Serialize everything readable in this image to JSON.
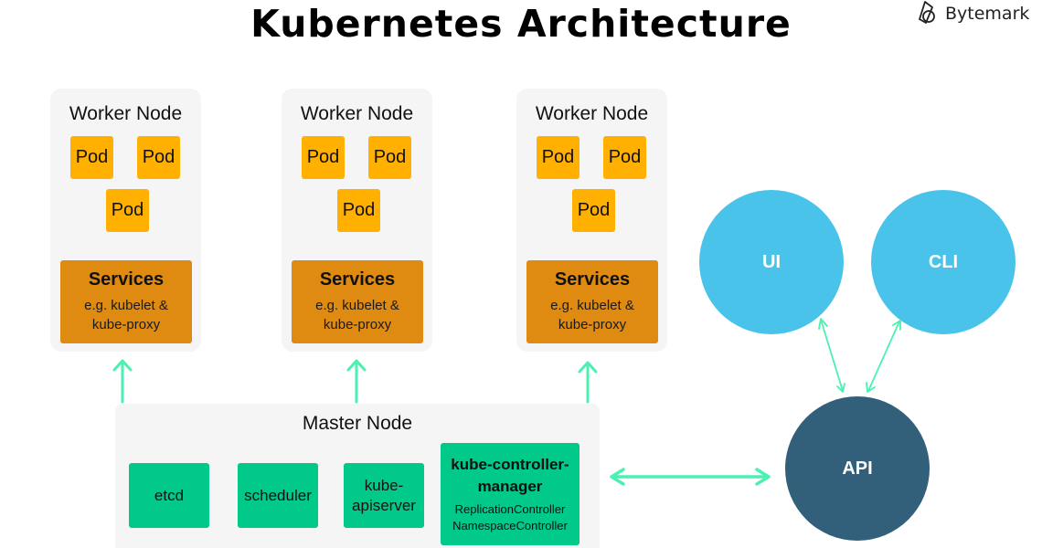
{
  "title": "Kubernetes Architecture",
  "brand": {
    "name": "Bytemark",
    "icon": "bytemark-logo-icon"
  },
  "colors": {
    "node_bg": "#f5f5f5",
    "pod": "#ffb000",
    "services": "#df8a10",
    "master_component": "#00c98a",
    "client_circle": "#4ac3eb",
    "api_circle": "#325f7a",
    "arrow": "#4cf0b0"
  },
  "worker_nodes": [
    {
      "label": "Worker Node",
      "pods": [
        "Pod",
        "Pod",
        "Pod"
      ],
      "services": {
        "title": "Services",
        "desc_line1": "e.g. kubelet &",
        "desc_line2": "kube-proxy"
      }
    },
    {
      "label": "Worker Node",
      "pods": [
        "Pod",
        "Pod",
        "Pod"
      ],
      "services": {
        "title": "Services",
        "desc_line1": "e.g. kubelet &",
        "desc_line2": "kube-proxy"
      }
    },
    {
      "label": "Worker Node",
      "pods": [
        "Pod",
        "Pod",
        "Pod"
      ],
      "services": {
        "title": "Services",
        "desc_line1": "e.g. kubelet &",
        "desc_line2": "kube-proxy"
      }
    }
  ],
  "master_node": {
    "label": "Master Node",
    "components": {
      "etcd": "etcd",
      "scheduler": "scheduler",
      "apiserver_line1": "kube-",
      "apiserver_line2": "apiserver",
      "controller_manager": {
        "title_line1": "kube-controller-",
        "title_line2": "manager",
        "sub_line1": "ReplicationController",
        "sub_line2": "NamespaceController"
      }
    }
  },
  "clients": {
    "ui": "UI",
    "cli": "CLI",
    "api": "API"
  },
  "connections": [
    {
      "from": "master-node",
      "to": "worker-node-1",
      "type": "one-way"
    },
    {
      "from": "master-node",
      "to": "worker-node-2",
      "type": "one-way"
    },
    {
      "from": "master-node",
      "to": "worker-node-3",
      "type": "one-way"
    },
    {
      "from": "master-node",
      "to": "api",
      "type": "two-way"
    },
    {
      "from": "api",
      "to": "ui",
      "type": "two-way"
    },
    {
      "from": "api",
      "to": "cli",
      "type": "two-way"
    }
  ]
}
